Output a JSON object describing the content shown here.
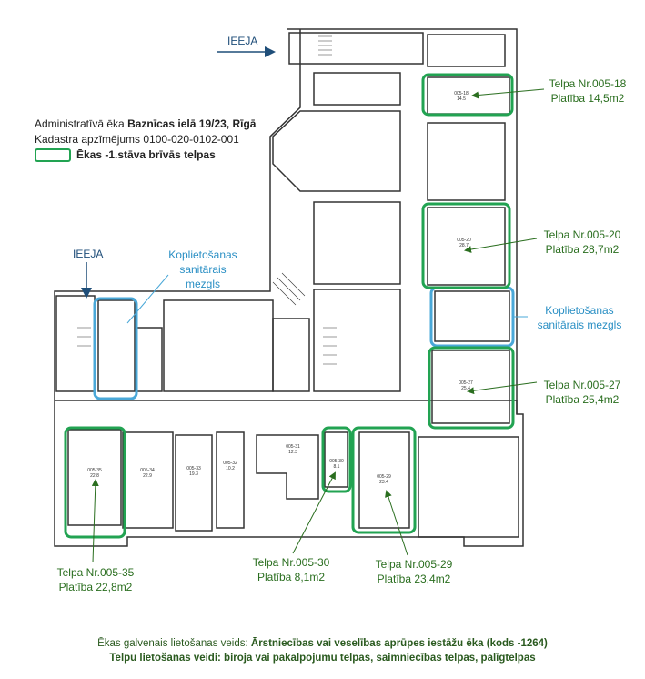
{
  "header": {
    "line1_prefix": "Administratīvā ēka",
    "line1_bold": "Baznīcas ielā 19/23, Rīgā",
    "line2": "Kadastra apzīmējums 0100-020-0102-001",
    "legend_label": "Ēkas -1.stāva brīvās telpas"
  },
  "entrances": [
    "IEEJA",
    "IEEJA"
  ],
  "shared": [
    "Koplietošanas sanitārais mezgls",
    "Koplietošanas sanitārais mezgls"
  ],
  "callouts": [
    {
      "name": "Telpa Nr.005-18",
      "area": "Platība 14,5m2"
    },
    {
      "name": "Telpa Nr.005-20",
      "area": "Platība 28,7m2"
    },
    {
      "name": "Telpa Nr.005-27",
      "area": "Platība 25,4m2"
    },
    {
      "name": "Telpa Nr.005-35",
      "area": "Platība 22,8m2"
    },
    {
      "name": "Telpa Nr.005-30",
      "area": "Platība 8,1m2"
    },
    {
      "name": "Telpa Nr.005-29",
      "area": "Platība 23,4m2"
    }
  ],
  "rooms": [
    {
      "id": "005-18",
      "area": "14.5"
    },
    {
      "id": "005-20",
      "area": "28.7"
    },
    {
      "id": "005-27",
      "area": "25.4"
    },
    {
      "id": "005-35",
      "area": "22.8"
    },
    {
      "id": "005-34",
      "area": "22.9"
    },
    {
      "id": "005-33",
      "area": "19.3"
    },
    {
      "id": "005-32",
      "area": "10.2"
    },
    {
      "id": "005-31",
      "area": "12.3"
    },
    {
      "id": "005-30",
      "area": "8.1"
    },
    {
      "id": "005-29",
      "area": "23.4"
    }
  ],
  "footer": {
    "line1_prefix": "Ēkas galvenais lietošanas veids:",
    "line1_bold": "Ārstniecības vai veselības aprūpes iestāžu ēka (kods -1264)",
    "line2": "Telpu lietošanas veidi: biroja vai pakalpojumu telpas, saimniecības telpas, palīgtelpas"
  },
  "colors": {
    "highlight": "#22a352",
    "shared": "#4aa8d8",
    "callout_text": "#2a6e1f"
  }
}
